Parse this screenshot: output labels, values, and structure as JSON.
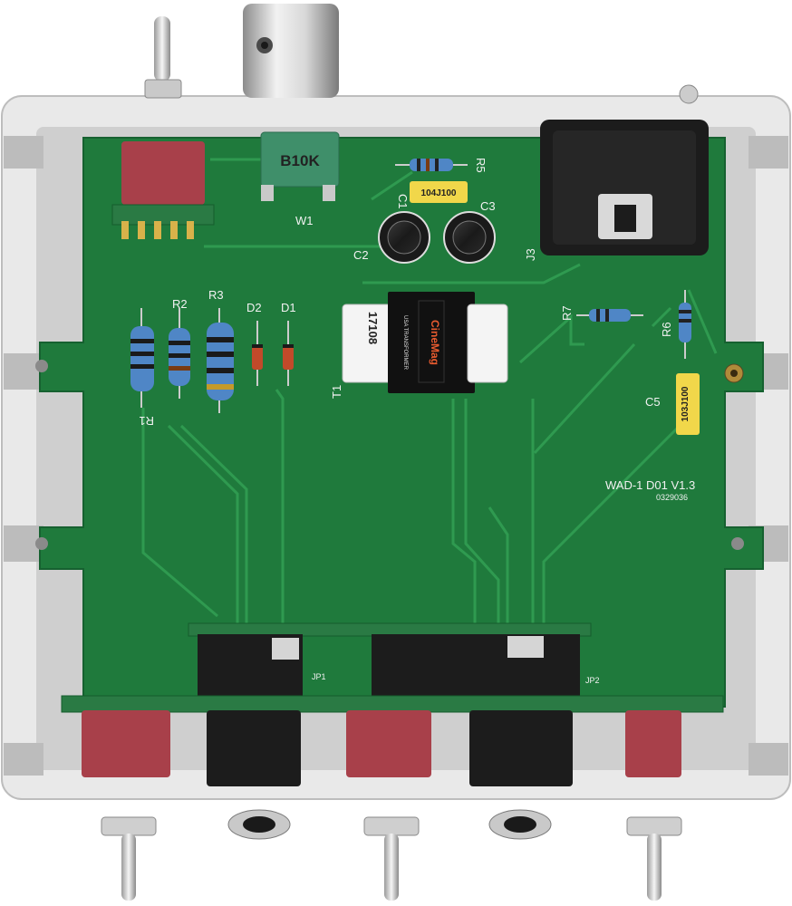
{
  "photo": {
    "colors": {
      "pcb": "#1f7a3c",
      "pcb_dark": "#166130",
      "trace": "#2f9a50",
      "enclosure": "#e9e9e9",
      "enclosure_shadow": "#b9b9b9",
      "switch_red": "#a8404a",
      "jack_black": "#1c1c1c",
      "silkscreen": "#f2f2f2",
      "resistor_blue": "#4f86c6",
      "cap_yellow": "#f1d74a",
      "transformer_black": "#111111",
      "transformer_red": "#e85b2f"
    },
    "silkscreen_labels": {
      "r1": "R1",
      "r2": "R2",
      "r3": "R3",
      "d1": "D1",
      "d2": "D2",
      "r5": "R5",
      "r6": "R6",
      "r7": "R7",
      "c1": "C1",
      "c2": "C2",
      "c3": "C3",
      "c5": "C5",
      "w1": "W1",
      "j3": "J3",
      "t1": "T1",
      "jp1": "JP1",
      "jp2": "JP2",
      "board_name": "WAD-1 D01 V1.3",
      "board_code": "0329036"
    },
    "component_markings": {
      "potentiometer": "B10K",
      "cap_top": "104J100",
      "cap_c5": "103J100",
      "transformer_number": "17108",
      "transformer_brand": "CineMag",
      "transformer_sub": "USA TRANSFORMER"
    }
  }
}
